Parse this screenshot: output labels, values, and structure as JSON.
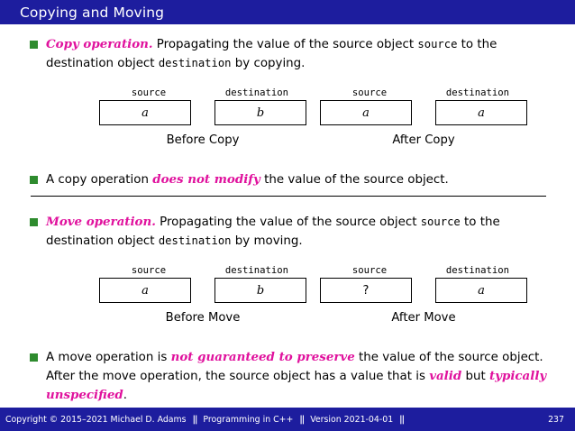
{
  "slide": {
    "title": "Copying and Moving",
    "theme": {
      "title_bar_bg": "#1d1d9e",
      "bullet_square": "#2e8b2e",
      "emphasis": "#e0119d",
      "footer_bg": "#1d1d9e"
    }
  },
  "bullets": {
    "copy_operation": {
      "lead": "Copy operation.",
      "part1": " Propagating the value of the source object ",
      "code1": "source",
      "part2": " to the destination object ",
      "code2": "destination",
      "part3": " by copying."
    },
    "copy_note": {
      "part1": "A copy operation ",
      "emph": "does not modify",
      "part2": " the value of the source object."
    },
    "move_operation": {
      "lead": "Move operation.",
      "part1": " Propagating the value of the source object ",
      "code1": "source",
      "part2": " to the destination object ",
      "code2": "destination",
      "part3": " by moving."
    },
    "move_note": {
      "part1": "A move operation is ",
      "emph1": "not guaranteed to preserve",
      "part2": " the value of the source object. After the move operation, the source object has a value that is ",
      "emph2": "valid",
      "part3": " but ",
      "emph3": "typically unspecified",
      "part4": "."
    }
  },
  "figures": {
    "copy": {
      "before": {
        "label_source": "source",
        "label_destination": "destination",
        "value_source": "a",
        "value_destination": "b",
        "caption": "Before Copy"
      },
      "after": {
        "label_source": "source",
        "label_destination": "destination",
        "value_source": "a",
        "value_destination": "a",
        "caption": "After Copy"
      }
    },
    "move": {
      "before": {
        "label_source": "source",
        "label_destination": "destination",
        "value_source": "a",
        "value_destination": "b",
        "caption": "Before Move"
      },
      "after": {
        "label_source": "source",
        "label_destination": "destination",
        "value_source": "?",
        "value_destination": "a",
        "caption": "After Move"
      }
    }
  },
  "footer": {
    "copyright": "Copyright © 2015–2021 Michael D. Adams",
    "sep1": "||",
    "course": "Programming in C++",
    "sep2": "||",
    "version": "Version 2021-04-01",
    "sep3": "||",
    "page": "237"
  }
}
